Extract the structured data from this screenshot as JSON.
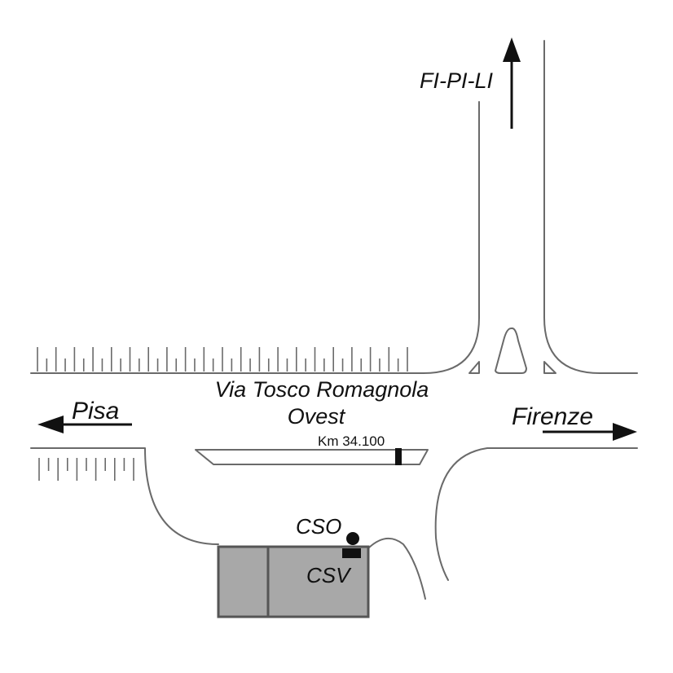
{
  "labels": {
    "fi_pi_li": "FI-PI-LI",
    "pisa": "Pisa",
    "firenze": "Firenze",
    "street_line1": "Via Tosco Romagnola",
    "street_line2": "Ovest",
    "km_marker": "Km 34.100",
    "cso": "CSO",
    "csv": "CSV"
  },
  "colors": {
    "road_line": "#6a6a6a",
    "building_fill": "#a8a8a8",
    "building_stroke": "#555555",
    "marker": "#111111",
    "background": "#ffffff"
  },
  "icons": {
    "north_arrow": "arrow-up-icon",
    "west_arrow": "arrow-left-icon",
    "east_arrow": "arrow-right-icon",
    "cso_station": "filled-circle-icon",
    "csv_station": "filled-rectangle-icon",
    "km_post": "filled-rectangle-icon"
  }
}
